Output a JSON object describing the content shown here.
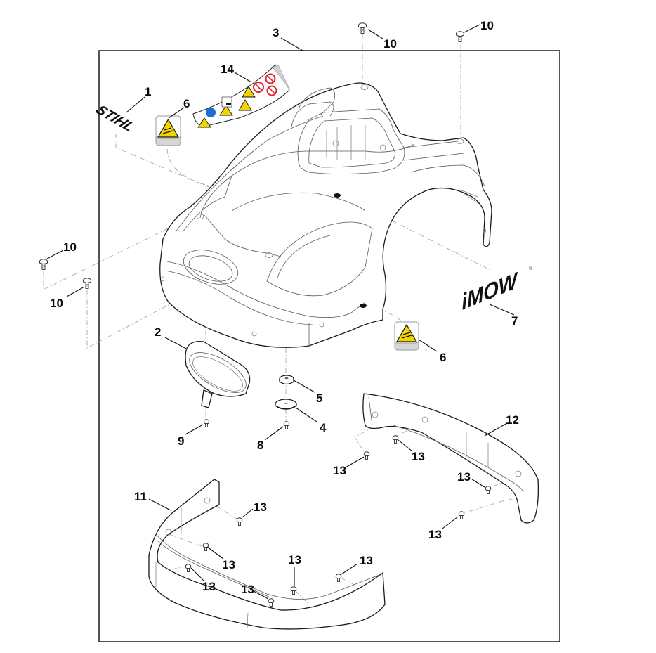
{
  "diagram": {
    "title": "Robotic mower housing – exploded parts view",
    "colors": {
      "line": "#1a1a1a",
      "dashed": "#a8a8a8",
      "warning_yellow": "#f2d400",
      "prohibition_red": "#e0202a",
      "mandatory_blue": "#1e6fd0",
      "label_base": "#d6d6d6"
    },
    "brand_texts": {
      "stihl": "STIHL",
      "imow": "iMOW",
      "registered": "®"
    },
    "callouts": [
      {
        "id": "c3",
        "number": "3",
        "part": "housing"
      },
      {
        "id": "c10a",
        "number": "10",
        "part": "screw-top-left"
      },
      {
        "id": "c10b",
        "number": "10",
        "part": "screw-top-right"
      },
      {
        "id": "c1",
        "number": "1",
        "part": "stihl-logo-decal"
      },
      {
        "id": "c14",
        "number": "14",
        "part": "warning-label-strip"
      },
      {
        "id": "c6a",
        "number": "6",
        "part": "warning-decal-left"
      },
      {
        "id": "c10c",
        "number": "10",
        "part": "screw-left-upper"
      },
      {
        "id": "c10d",
        "number": "10",
        "part": "screw-left-lower"
      },
      {
        "id": "c7",
        "number": "7",
        "part": "imow-logo-decal"
      },
      {
        "id": "c6b",
        "number": "6",
        "part": "warning-decal-right"
      },
      {
        "id": "c2",
        "number": "2",
        "part": "display-cover"
      },
      {
        "id": "c5",
        "number": "5",
        "part": "bushing"
      },
      {
        "id": "c4",
        "number": "4",
        "part": "washer"
      },
      {
        "id": "c9",
        "number": "9",
        "part": "screw-display"
      },
      {
        "id": "c8",
        "number": "8",
        "part": "screw-washer"
      },
      {
        "id": "c12",
        "number": "12",
        "part": "rear-bumper"
      },
      {
        "id": "c13a",
        "number": "13",
        "part": "bumper-screw"
      },
      {
        "id": "c13b",
        "number": "13",
        "part": "bumper-screw"
      },
      {
        "id": "c13c",
        "number": "13",
        "part": "bumper-screw"
      },
      {
        "id": "c13d",
        "number": "13",
        "part": "bumper-screw"
      },
      {
        "id": "c11",
        "number": "11",
        "part": "front-bumper"
      },
      {
        "id": "c13e",
        "number": "13",
        "part": "bumper-screw"
      },
      {
        "id": "c13f",
        "number": "13",
        "part": "bumper-screw"
      },
      {
        "id": "c13g",
        "number": "13",
        "part": "bumper-screw"
      },
      {
        "id": "c13h",
        "number": "13",
        "part": "bumper-screw"
      },
      {
        "id": "c13i",
        "number": "13",
        "part": "bumper-screw"
      },
      {
        "id": "c13j",
        "number": "13",
        "part": "bumper-screw"
      }
    ]
  }
}
